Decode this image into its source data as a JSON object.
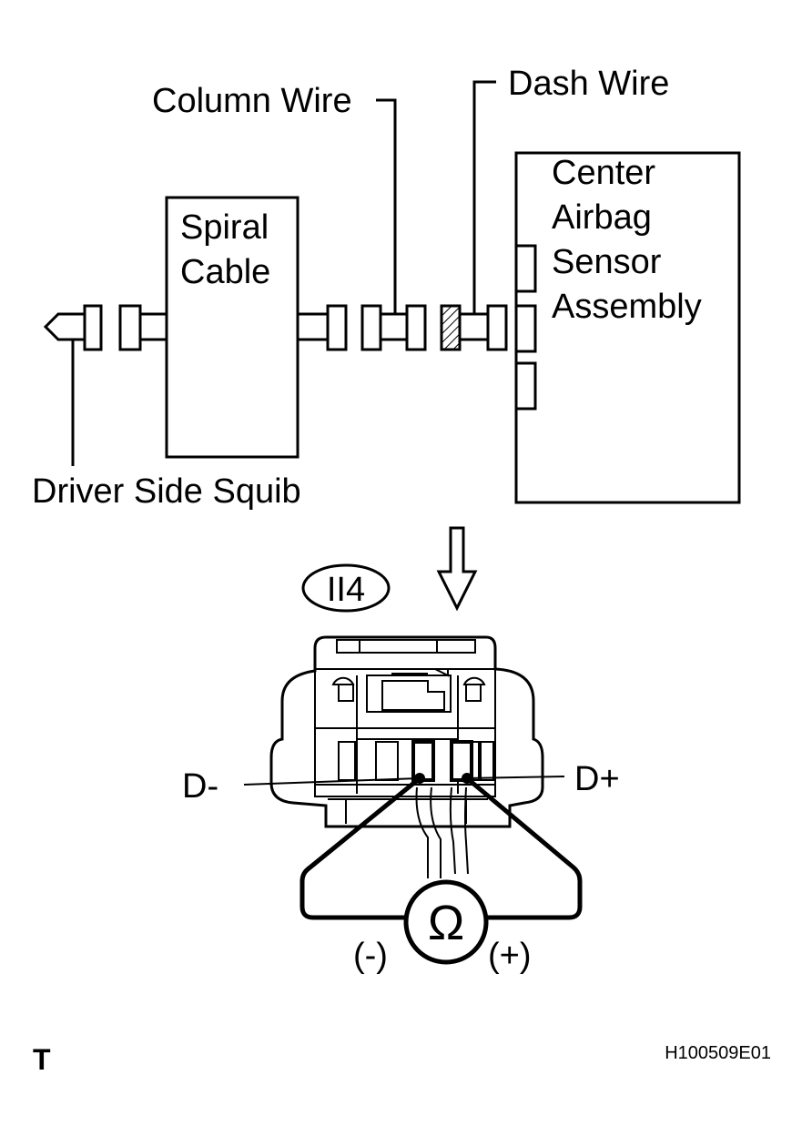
{
  "labels": {
    "column_wire": "Column Wire",
    "dash_wire": "Dash Wire",
    "spiral_cable_line1": "Spiral",
    "spiral_cable_line2": "Cable",
    "center_line1": "Center",
    "center_line2": "Airbag",
    "center_line3": "Sensor",
    "center_line4": "Assembly",
    "driver_side_squib": "Driver Side Squib",
    "connector_id": "II4",
    "terminal_minus": "D-",
    "terminal_plus": "D+",
    "probe_minus": "(-)",
    "probe_plus": "(+)",
    "ohmmeter_symbol": "Ω",
    "corner_letter": "T",
    "figure_code": "H100509E01"
  },
  "icons": {
    "ohmmeter": "ohmmeter-icon",
    "arrow": "down-arrow-icon"
  },
  "colors": {
    "line": "#000000",
    "background": "#ffffff"
  }
}
